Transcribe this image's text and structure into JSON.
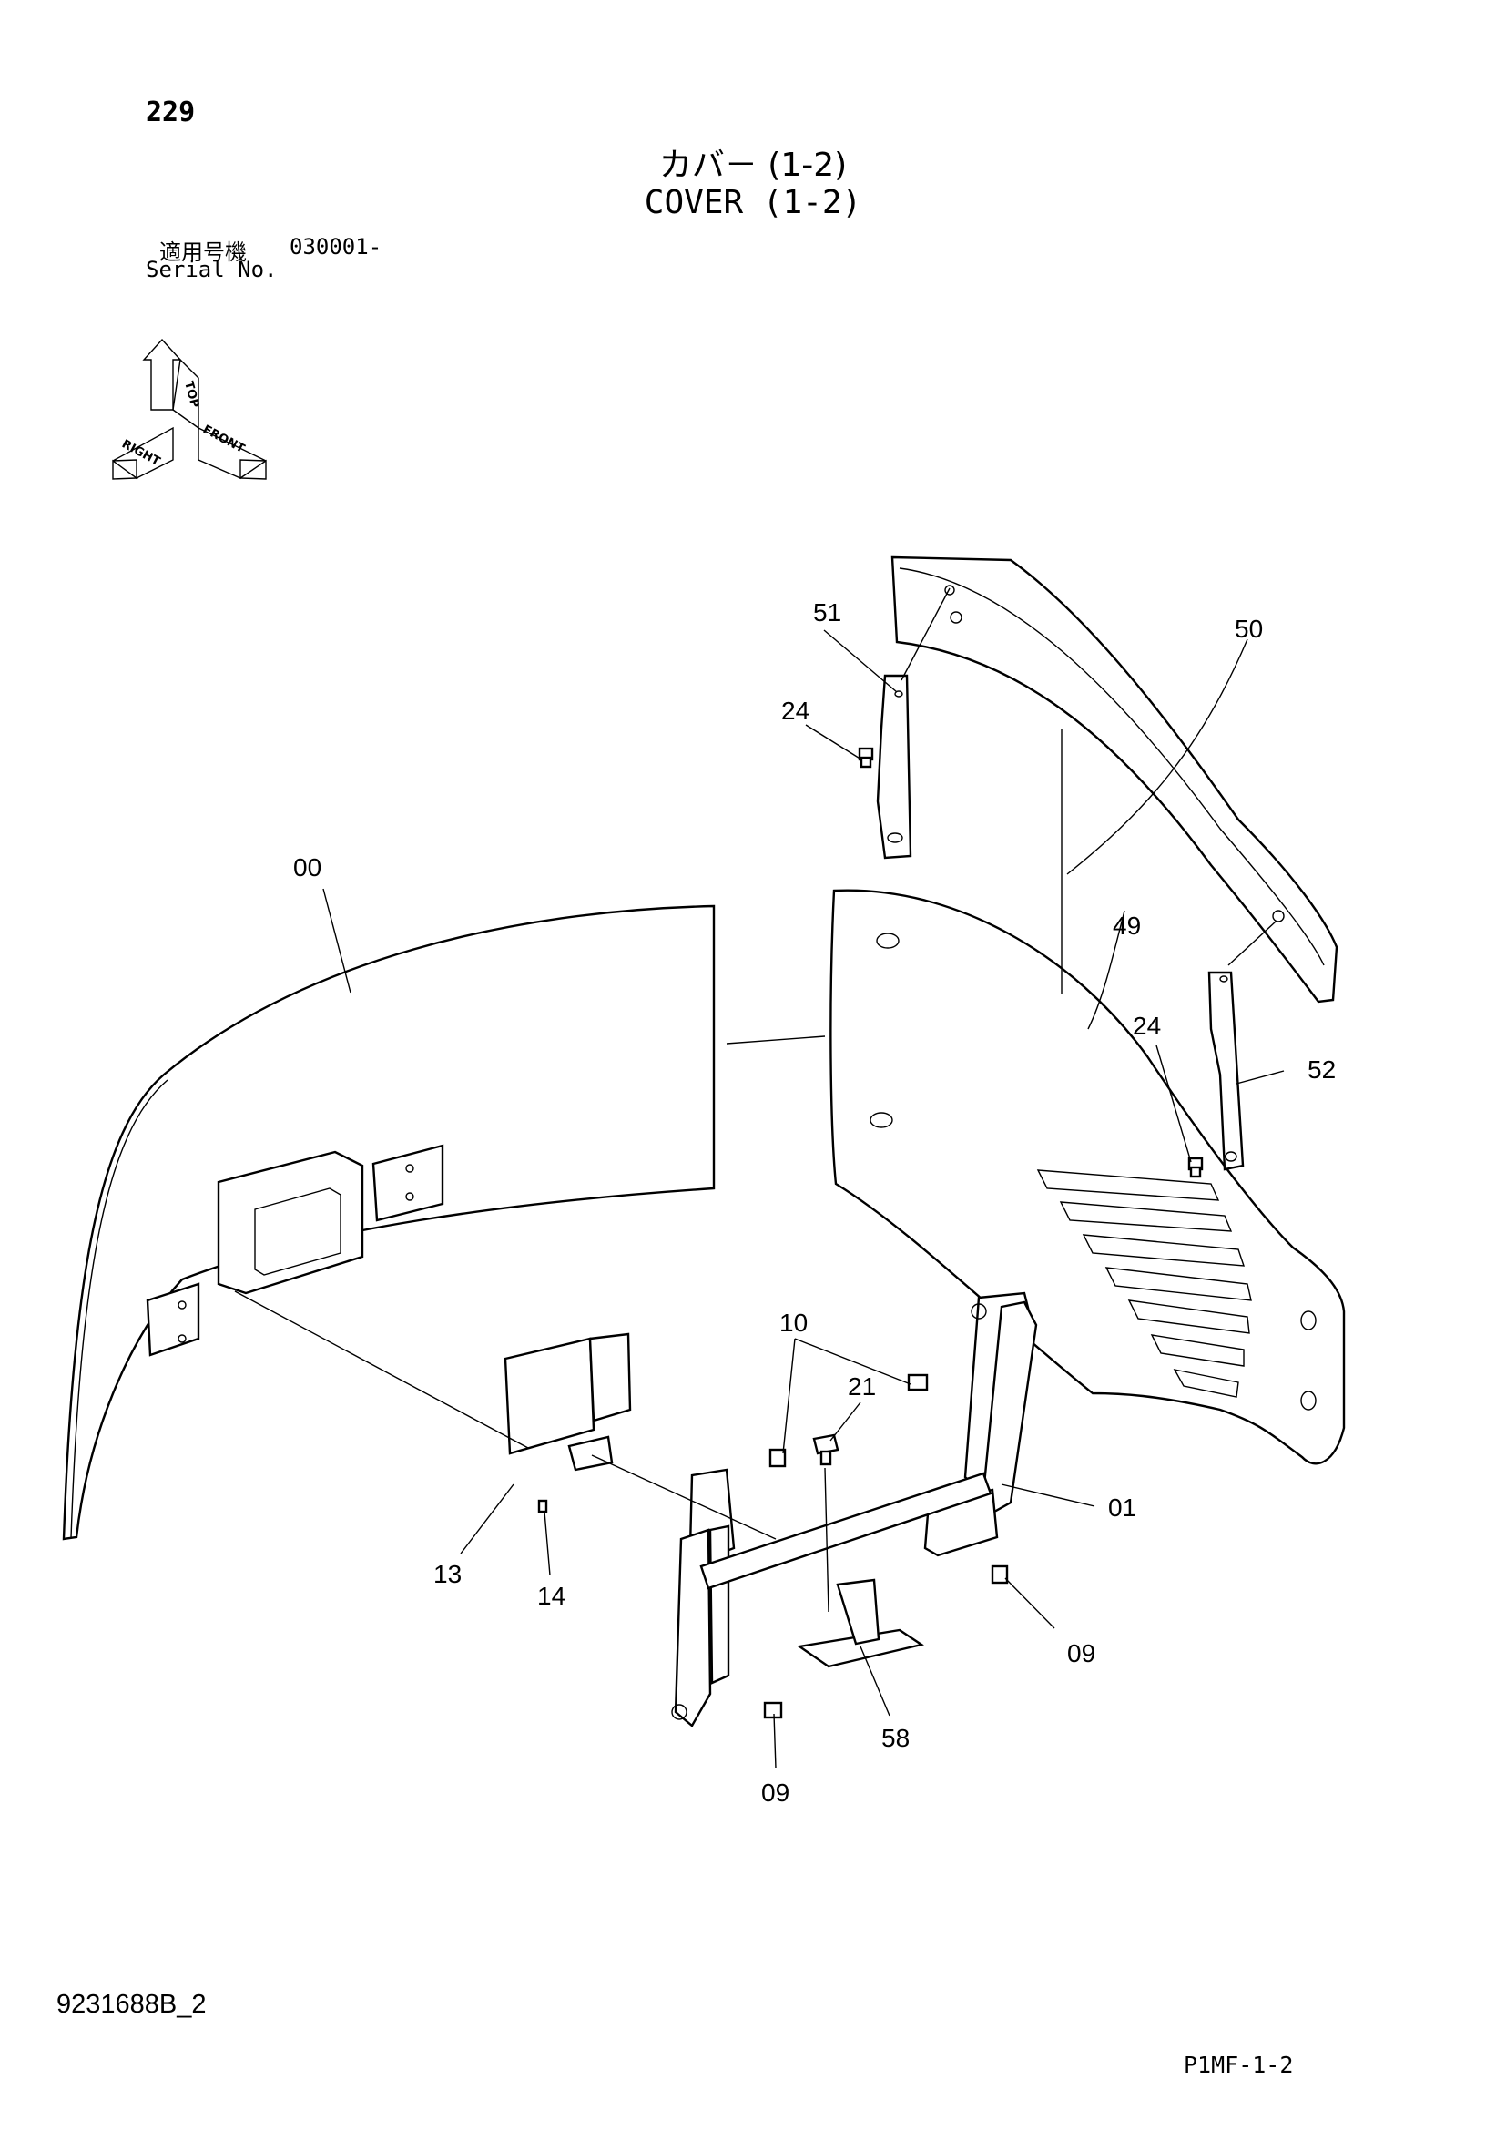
{
  "header": {
    "page_number": "229",
    "title_jp": "カバ－ (1-2)",
    "title_en": "COVER (1-2)",
    "serial_label_jp": "適用号機",
    "serial_value": "030001-",
    "serial_label_en": "Serial No."
  },
  "orientation": {
    "top": "TOP",
    "right": "RIGHT",
    "front": "FRONT"
  },
  "callouts": {
    "c00": "00",
    "c01": "01",
    "c09a": "09",
    "c09b": "09",
    "c10": "10",
    "c13": "13",
    "c14": "14",
    "c21": "21",
    "c24a": "24",
    "c24b": "24",
    "c49": "49",
    "c50": "50",
    "c51": "51",
    "c52": "52",
    "c58": "58"
  },
  "footer": {
    "doc_id": "9231688B_2",
    "page_ref": "P1MF-1-2"
  }
}
